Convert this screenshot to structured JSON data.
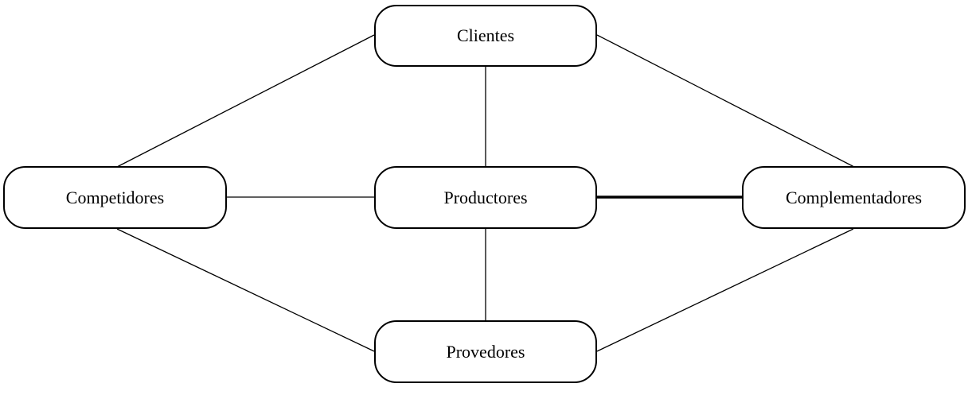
{
  "diagram": {
    "nodes": {
      "clientes": "Clientes",
      "competidores": "Competidores",
      "productores": "Productores",
      "complementadores": "Complementadores",
      "provedores": "Provedores"
    }
  }
}
